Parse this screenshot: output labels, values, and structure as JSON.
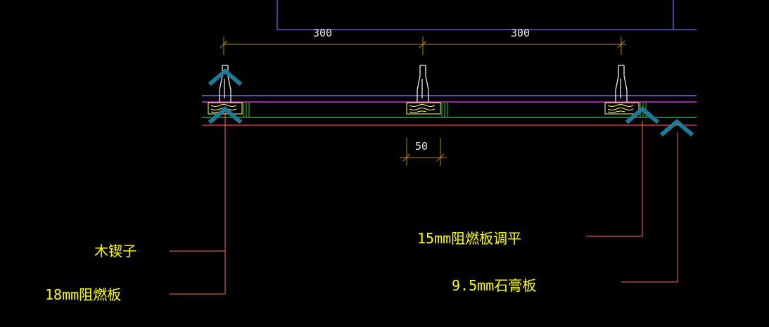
{
  "drawing": {
    "dimensions": {
      "span_left": "300",
      "span_right": "300",
      "wedge_width": "50"
    },
    "labels": {
      "wood_wedge": "木锲子",
      "fire_board_18": "18mm阻燃板",
      "fire_board_15_leveling": "15mm阻燃板调平",
      "gypsum_board": "9.5mm石膏板"
    },
    "colors": {
      "background": "#000000",
      "dimension": "#b8860b",
      "label_text": "#ffff00",
      "leader": "#ff6a6a",
      "layer_blue": "#8a8aff",
      "layer_magenta": "#ff3cff",
      "layer_green": "#2ecc40",
      "layer_red": "#ff4040",
      "marker": "#1f7a96",
      "joist": "#ffffff",
      "outline": "#6f6fff"
    }
  }
}
